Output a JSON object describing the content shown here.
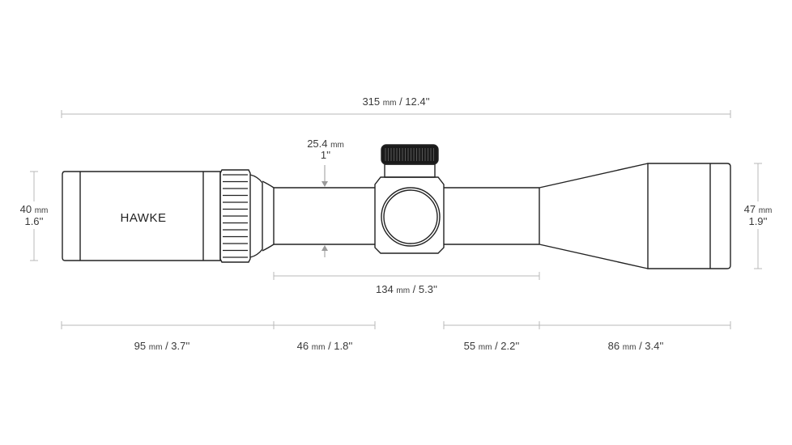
{
  "brand": "HAWKE",
  "dimensions": {
    "overall_length": {
      "value": "315",
      "unit": "mm",
      "imperial": "/ 12.4''"
    },
    "tube_diameter": {
      "value": "25.4",
      "unit": "mm",
      "imperial": "1''"
    },
    "eyepiece_diameter": {
      "value": "40",
      "unit": "mm",
      "imperial": "1.6''"
    },
    "objective_diameter": {
      "value": "47",
      "unit": "mm",
      "imperial": "1.9''"
    },
    "mounting_length": {
      "value": "134",
      "unit": "mm",
      "imperial": "/ 5.3''"
    },
    "eyepiece_length": {
      "value": "95",
      "unit": "mm",
      "imperial": "/ 3.7''"
    },
    "rear_tube_length": {
      "value": "46",
      "unit": "mm",
      "imperial": "/ 1.8''"
    },
    "front_tube_length": {
      "value": "55",
      "unit": "mm",
      "imperial": "/ 2.2''"
    },
    "objective_length": {
      "value": "86",
      "unit": "mm",
      "imperial": "/ 3.4''"
    }
  },
  "colors": {
    "line": "#222222",
    "dimension_line": "#b9b9b9",
    "text": "#3a3a3a",
    "background": "#ffffff"
  }
}
